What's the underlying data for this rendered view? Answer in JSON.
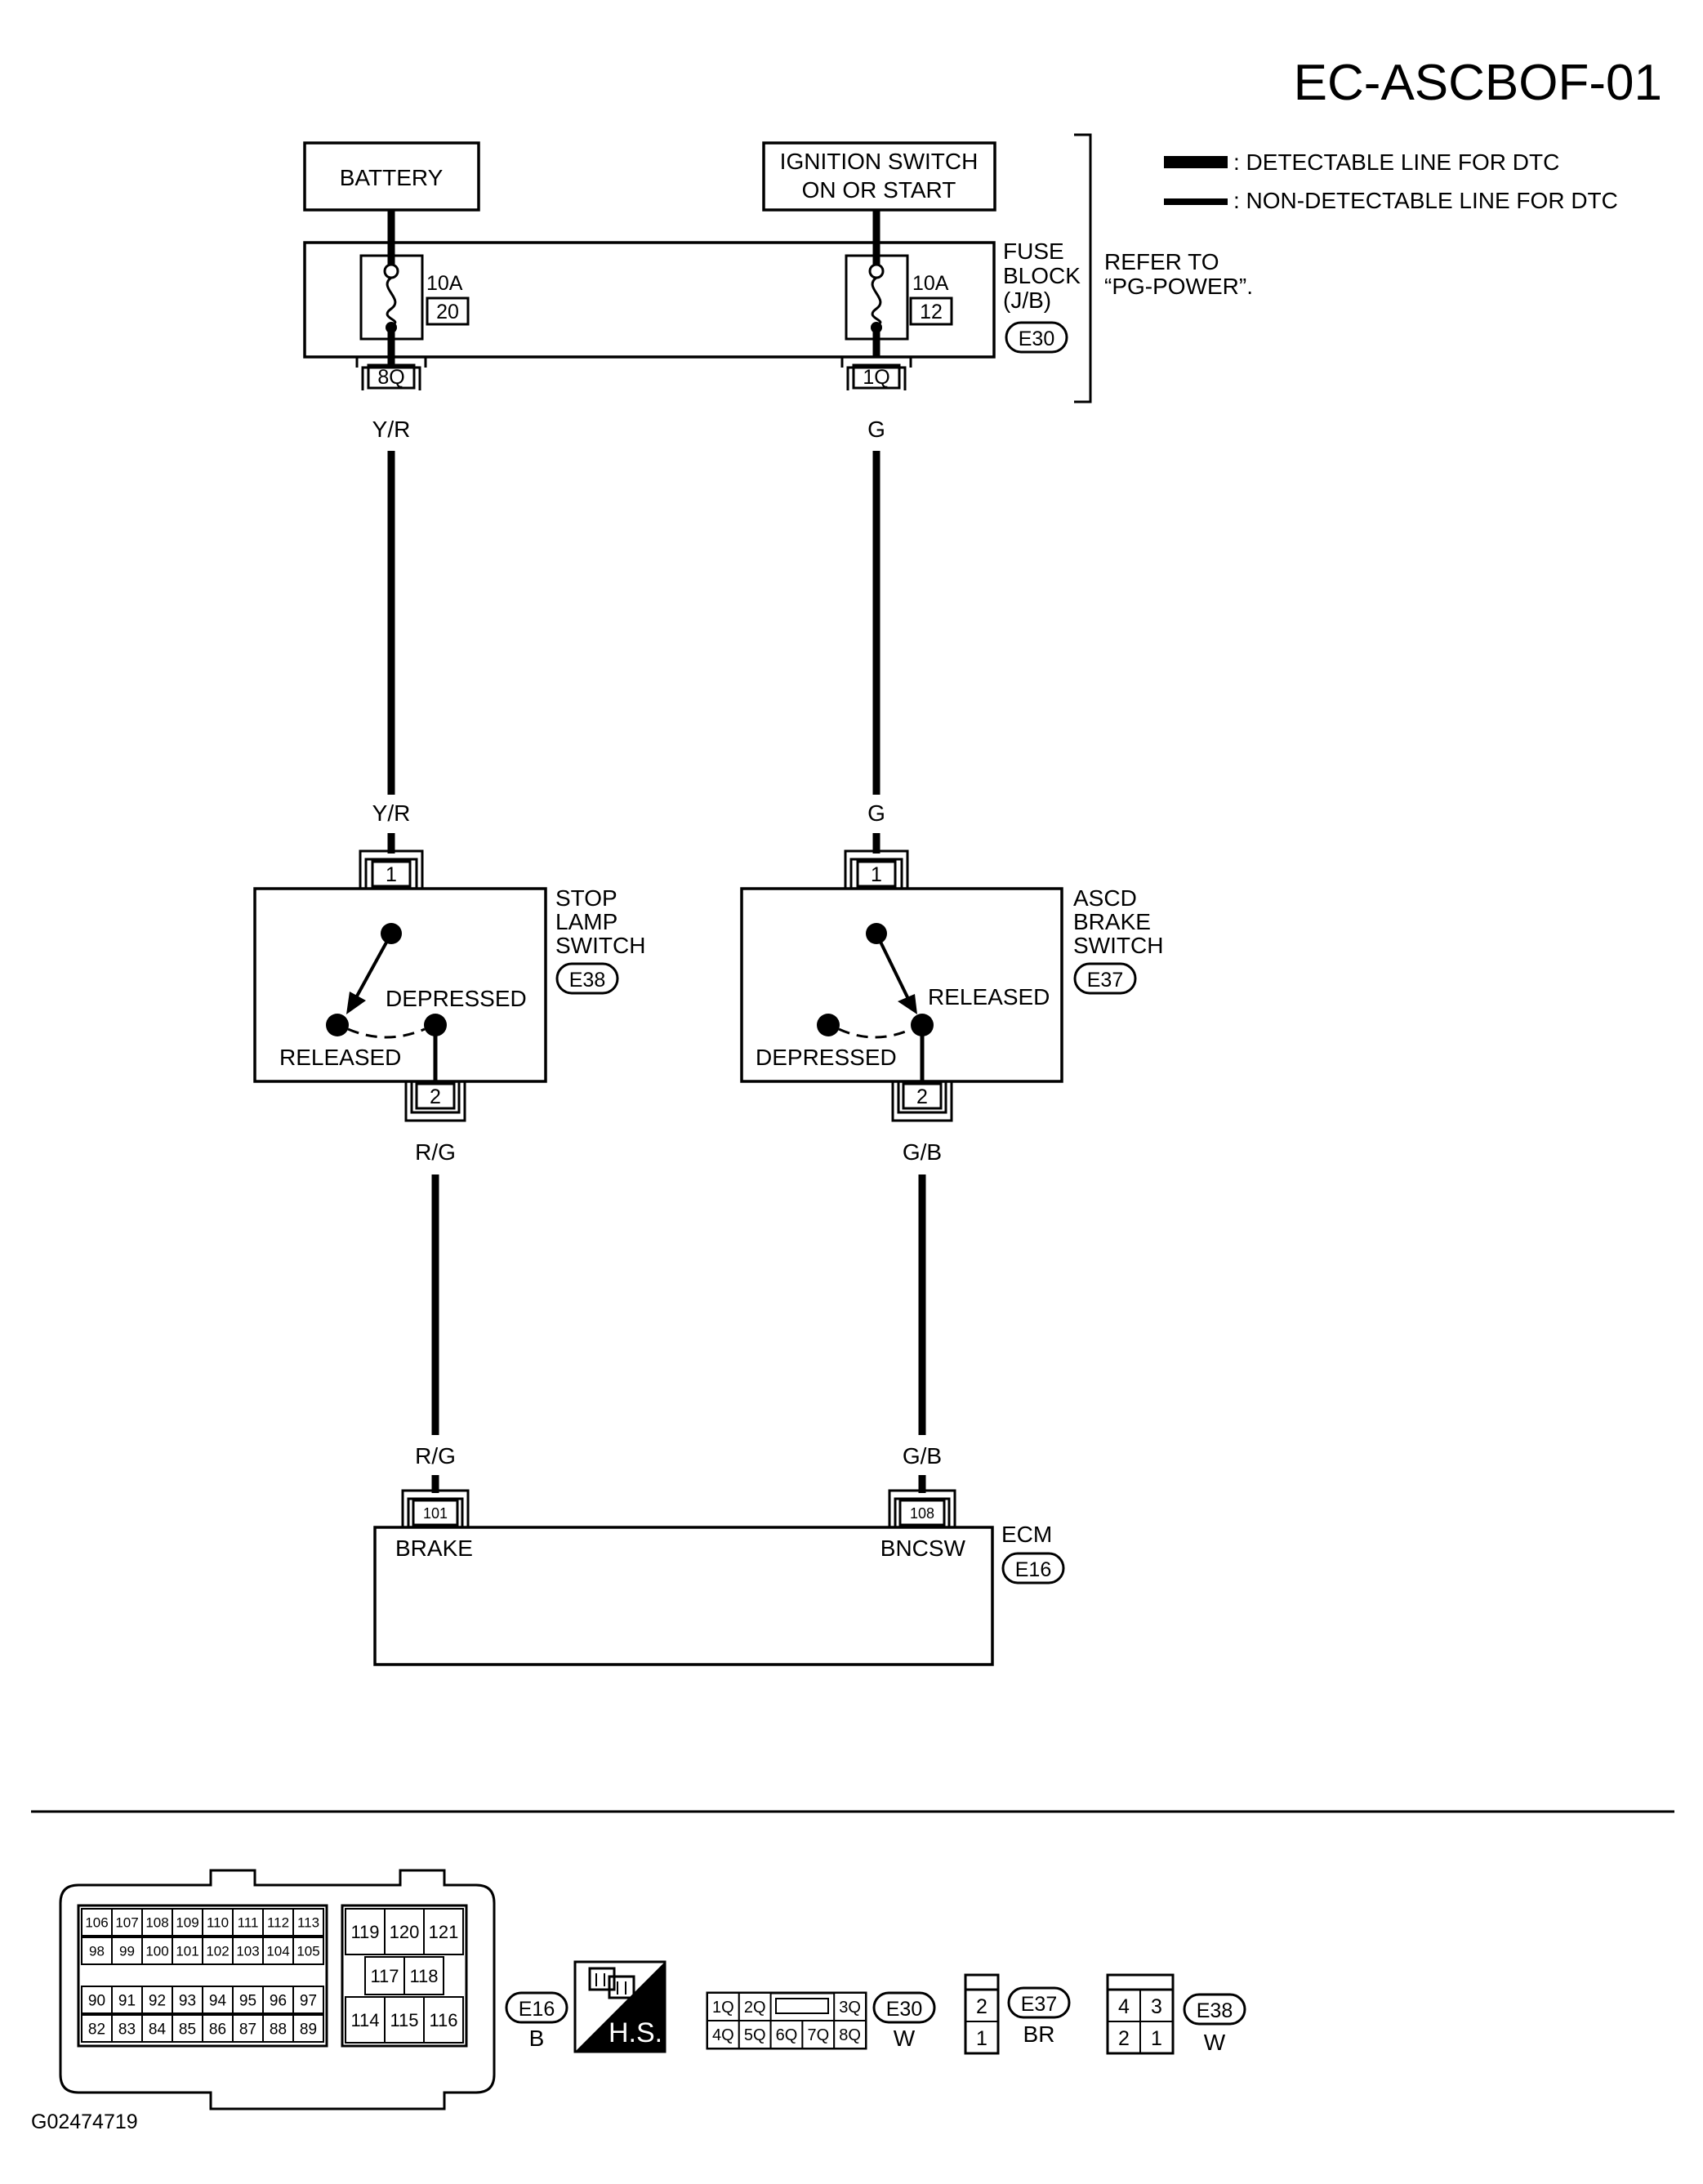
{
  "page": {
    "title": "EC-ASCBOF-01",
    "figure_id": "G02474719"
  },
  "legend": {
    "detectable": ": DETECTABLE LINE FOR DTC",
    "non_detectable": ": NON-DETECTABLE LINE FOR DTC"
  },
  "sources": {
    "battery": "BATTERY",
    "ignition_line1": "IGNITION SWITCH",
    "ignition_line2": "ON OR START"
  },
  "fuse_block": {
    "label_line1": "FUSE",
    "label_line2": "BLOCK",
    "label_line3": "(J/B)",
    "connector": "E30",
    "refer_line1": "REFER TO",
    "refer_line2": "“PG-POWER”.",
    "fuse_left_rating": "10A",
    "fuse_left_number": "20",
    "fuse_right_rating": "10A",
    "fuse_right_number": "12",
    "terminal_left": "8Q",
    "terminal_right": "1Q"
  },
  "wires": {
    "left_top": "Y/R",
    "right_top": "G",
    "left_bottom": "R/G",
    "right_bottom": "G/B"
  },
  "stop_lamp_switch": {
    "label_line1": "STOP",
    "label_line2": "LAMP",
    "label_line3": "SWITCH",
    "connector": "E38",
    "pin_in": "1",
    "pin_out": "2",
    "state_a": "DEPRESSED",
    "state_b": "RELEASED"
  },
  "ascd_brake_switch": {
    "label_line1": "ASCD",
    "label_line2": "BRAKE",
    "label_line3": "SWITCH",
    "connector": "E37",
    "pin_in": "1",
    "pin_out": "2",
    "state_a": "RELEASED",
    "state_b": "DEPRESSED"
  },
  "ecm": {
    "label": "ECM",
    "connector": "E16",
    "pin_brake": "101",
    "pin_bncsw": "108",
    "term_brake": "BRAKE",
    "term_bncsw": "BNCSW"
  },
  "connectors": {
    "e16": {
      "id": "E16",
      "color": "B",
      "row1": [
        "106",
        "107",
        "108",
        "109",
        "110",
        "111",
        "112",
        "113"
      ],
      "row2": [
        "98",
        "99",
        "100",
        "101",
        "102",
        "103",
        "104",
        "105"
      ],
      "row3": [
        "90",
        "91",
        "92",
        "93",
        "94",
        "95",
        "96",
        "97"
      ],
      "row4": [
        "82",
        "83",
        "84",
        "85",
        "86",
        "87",
        "88",
        "89"
      ],
      "right_top": [
        "119",
        "120",
        "121"
      ],
      "right_mid": [
        "117",
        "118"
      ],
      "right_bot": [
        "114",
        "115",
        "116"
      ]
    },
    "hs": "H.S.",
    "e30": {
      "id": "E30",
      "color": "W",
      "top": [
        "1Q",
        "2Q",
        "3Q"
      ],
      "bottom": [
        "4Q",
        "5Q",
        "6Q",
        "7Q",
        "8Q"
      ]
    },
    "e37": {
      "id": "E37",
      "color": "BR",
      "pins": [
        "2",
        "1"
      ]
    },
    "e38": {
      "id": "E38",
      "color": "W",
      "top": [
        "4",
        "3"
      ],
      "bottom": [
        "2",
        "1"
      ]
    }
  }
}
